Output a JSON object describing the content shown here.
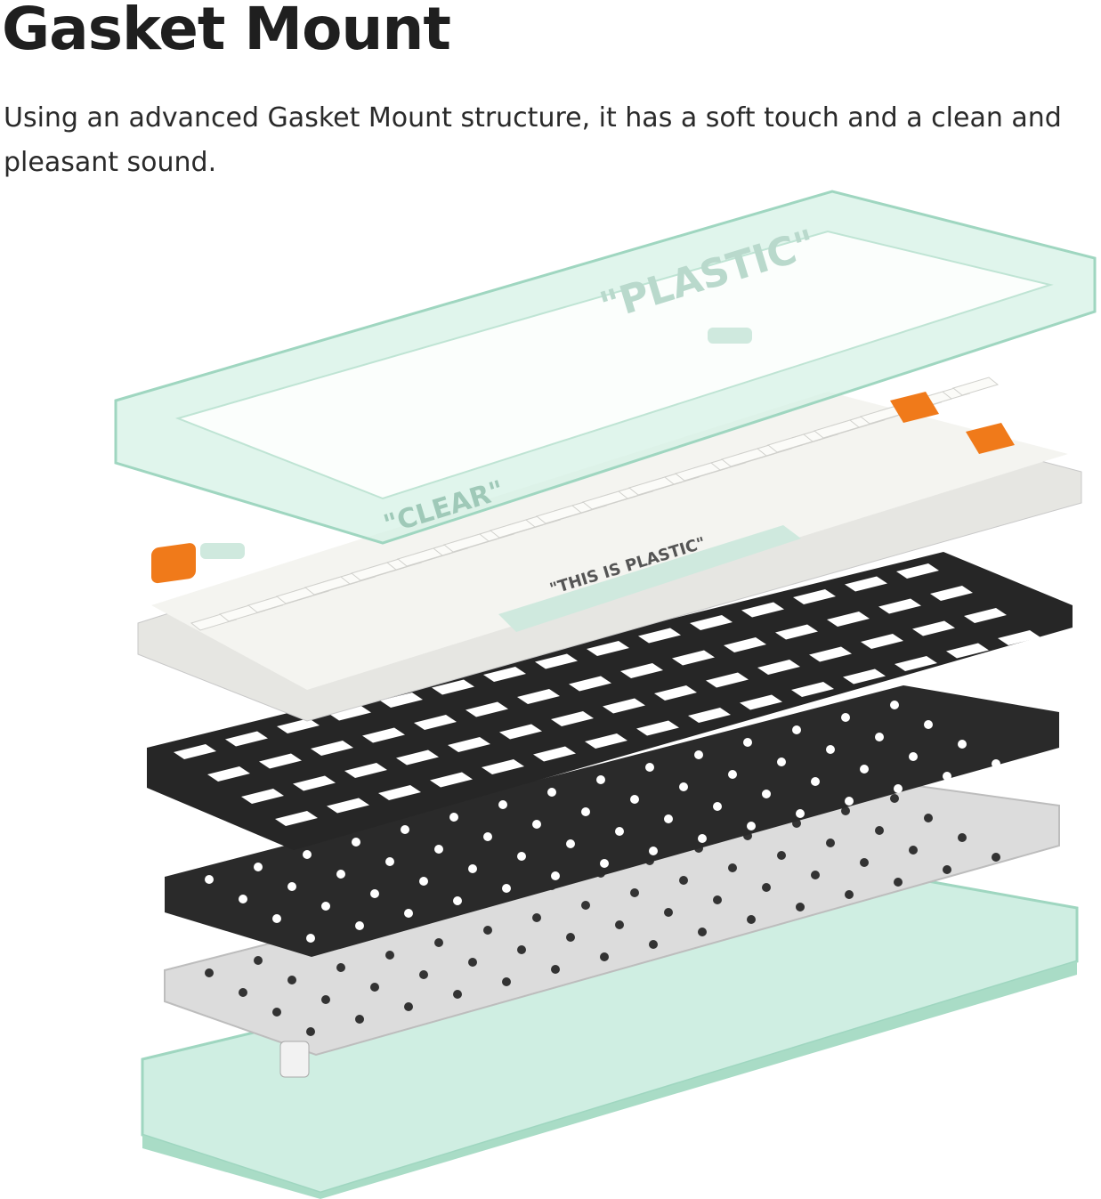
{
  "header": {
    "title": "Gasket Mount",
    "description": "Using an advanced Gasket Mount structure, it has a soft touch and a clean and pleasant sound."
  },
  "illustration": {
    "layers": [
      "top-case",
      "keycaps-and-switches",
      "plate",
      "foam",
      "pcb",
      "bottom-case"
    ],
    "lettering": [
      "\"PLASTIC\"",
      "\"CLEAR\"",
      "\"THIS IS PLASTIC\""
    ],
    "colors": {
      "case": "#cfeee2",
      "case_edge": "#9fd6c0",
      "keycap": "#f3f3ef",
      "accent_key": "#f07a1a",
      "mint_key": "#cfe9de",
      "plate": "#2b2b2b",
      "pcb": "#d9d9d9"
    }
  }
}
